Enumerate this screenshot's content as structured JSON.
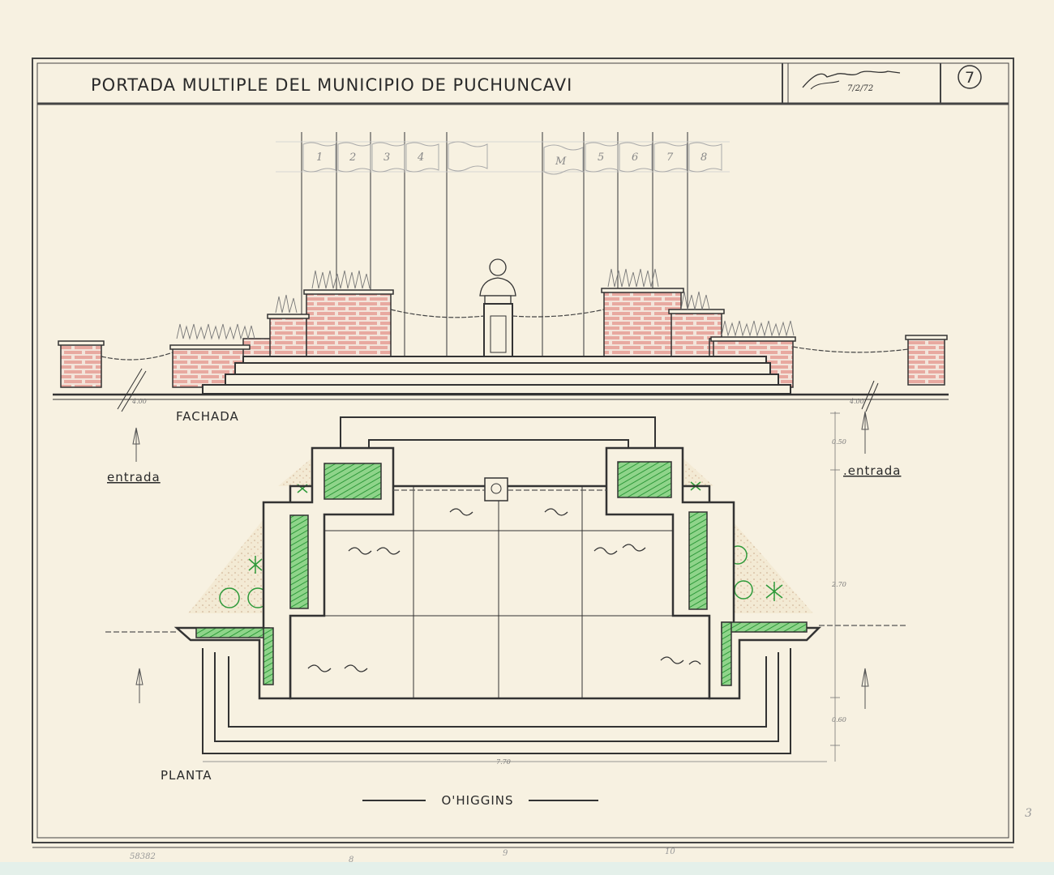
{
  "title_block": {
    "title": "PORTADA MULTIPLE DEL MUNICIPIO DE PUCHUNCAVI",
    "sheet_number": "7",
    "signature_date": "7/2/72"
  },
  "elevation": {
    "label": "FACHADA",
    "flags": [
      "1",
      "2",
      "3",
      "4",
      "",
      "M",
      "5",
      "6",
      "7",
      "8"
    ],
    "dim_left": "4.00",
    "dim_right": "4.00"
  },
  "plan": {
    "label": "PLANTA",
    "entrance_left": "entrada",
    "entrance_right": ".entrada",
    "street": "O'HIGGINS",
    "dims": {
      "top": "0.50",
      "middle": "2.70",
      "bottom": "0.60",
      "width": "7.70"
    }
  },
  "margin_notes": {
    "catalog": "58382",
    "mark_a": "8",
    "mark_b": "9",
    "mark_c": "10",
    "corner": "3"
  },
  "colors": {
    "paper": "#f7f1e1",
    "ink": "#2a2a2a",
    "brick": "#e8a9a0",
    "planting": "#4caf50"
  }
}
